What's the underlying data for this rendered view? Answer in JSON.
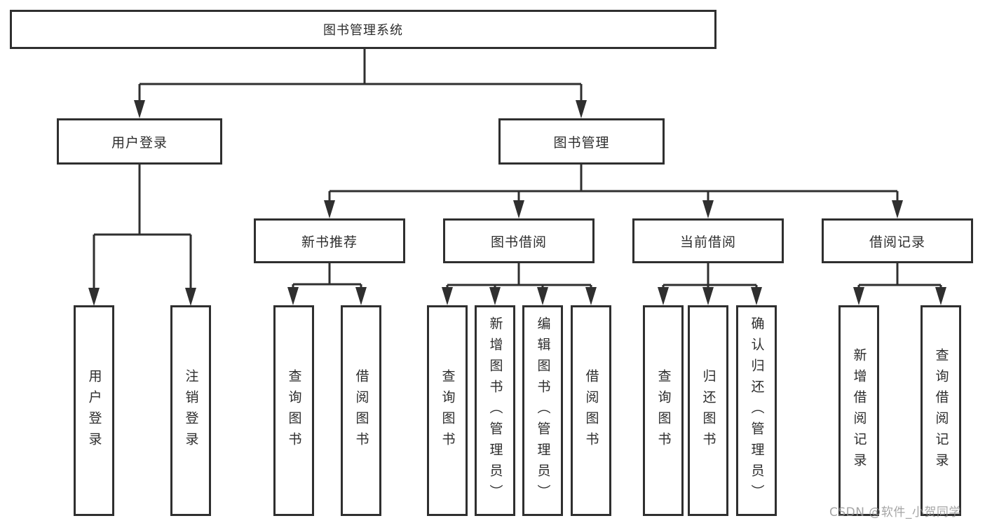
{
  "diagram": {
    "root": {
      "label": "图书管理系统"
    },
    "branches": [
      {
        "label": "用户登录",
        "children": [
          {
            "label": "用户登录"
          },
          {
            "label": "注销登录"
          }
        ]
      },
      {
        "label": "图书管理",
        "children": [
          {
            "label": "新书推荐",
            "children": [
              {
                "label": "查询图书"
              },
              {
                "label": "借阅图书"
              }
            ]
          },
          {
            "label": "图书借阅",
            "children": [
              {
                "label": "查询图书"
              },
              {
                "label": "新增图书（管理员）"
              },
              {
                "label": "编辑图书（管理员）"
              },
              {
                "label": "借阅图书"
              }
            ]
          },
          {
            "label": "当前借阅",
            "children": [
              {
                "label": "查询图书"
              },
              {
                "label": "归还图书"
              },
              {
                "label": "确认归还（管理员）"
              }
            ]
          },
          {
            "label": "借阅记录",
            "children": [
              {
                "label": "新增借阅记录"
              },
              {
                "label": "查询借阅记录"
              }
            ]
          }
        ]
      }
    ]
  },
  "watermark": {
    "text": "CSDN @软件_小贺同学"
  },
  "colors": {
    "line": "#2f2f2f",
    "text": "#2d2d2d",
    "background": "#ffffff",
    "watermark": "#919191"
  }
}
